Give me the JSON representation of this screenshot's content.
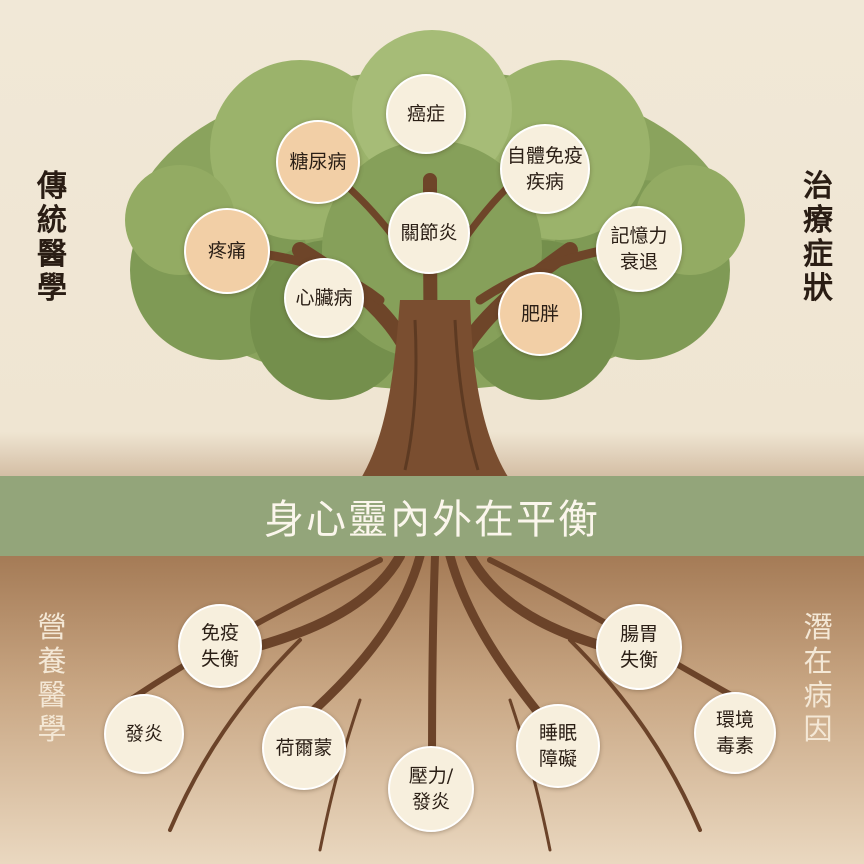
{
  "band": {
    "text": "身心靈內外在平衡"
  },
  "sides": {
    "left_top": "傳統醫學",
    "right_top": "治療症狀",
    "left_bottom": "營養醫學",
    "right_bottom": "潛在病因"
  },
  "symptoms": [
    {
      "label": "癌症",
      "tone": "cream"
    },
    {
      "label": "糖尿病",
      "tone": "peach"
    },
    {
      "label": "自體免疫\n疾病",
      "tone": "cream"
    },
    {
      "label": "關節炎",
      "tone": "cream"
    },
    {
      "label": "疼痛",
      "tone": "peach"
    },
    {
      "label": "記憶力\n衰退",
      "tone": "cream"
    },
    {
      "label": "心臟病",
      "tone": "cream"
    },
    {
      "label": "肥胖",
      "tone": "peach"
    }
  ],
  "causes": [
    {
      "label": "免疫\n失衡"
    },
    {
      "label": "腸胃\n失衡"
    },
    {
      "label": "發炎"
    },
    {
      "label": "環境\n毒素"
    },
    {
      "label": "荷爾蒙"
    },
    {
      "label": "睡眠\n障礙"
    },
    {
      "label": "壓力/\n發炎"
    }
  ],
  "colors": {
    "band": "#93a57a",
    "foliage": "#7f9a55",
    "trunk": "#7a4e30",
    "node_cream": "#f7efdd",
    "node_peach": "#f2cfa6"
  }
}
